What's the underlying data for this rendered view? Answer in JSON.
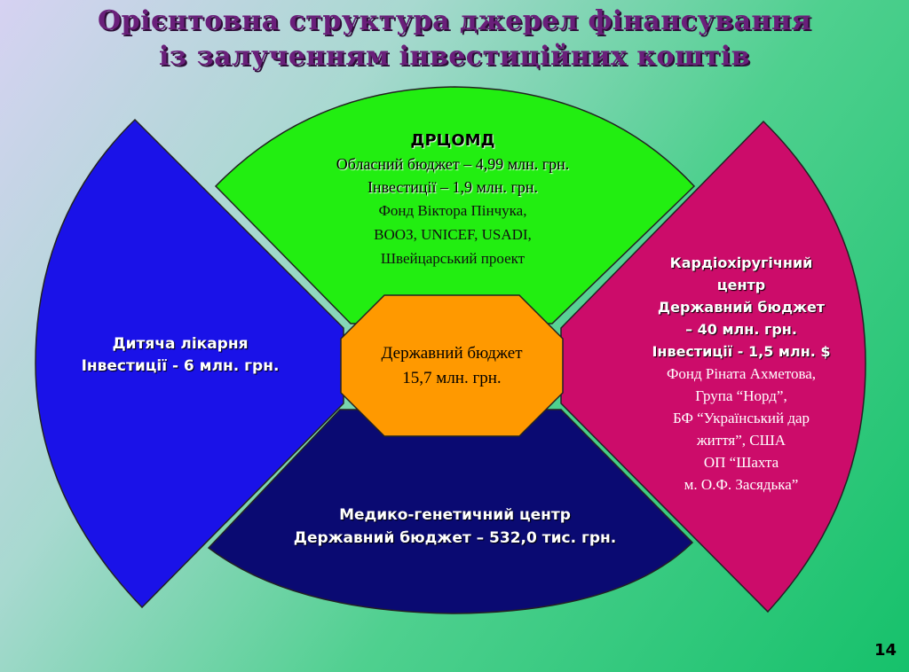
{
  "title": {
    "line1": "Орієнтовна структура джерел фінансування",
    "line2": "із залученням інвестиційних коштів"
  },
  "center": {
    "line1": "Державний бюджет",
    "line2": "15,7 млн. грн."
  },
  "top": {
    "heading": "ДРЦОМД",
    "line1": "Обласний бюджет – 4,99 млн. грн.",
    "line2": "Інвестиції – 1,9 млн. грн.",
    "line3": "Фонд Віктора Пінчука,",
    "line4": "ВООЗ, UNICEF, USADI,",
    "line5": "Швейцарський проект"
  },
  "left": {
    "line1": "Дитяча лікарня",
    "line2": "Інвестиції - 6 млн. грн."
  },
  "right": {
    "line1": "Кардіохіругічний",
    "line2": "центр",
    "line3": "Державний бюджет",
    "line4": "– 40 млн. грн.",
    "line5": "Інвестиції - 1,5 млн. $",
    "line6": "Фонд Ріната Ахметова,",
    "line7": "Група “Норд”,",
    "line8": "БФ “Український дар",
    "line9": "життя”, США",
    "line10": "ОП “Шахта",
    "line11": "м. О.Ф. Засядька”"
  },
  "bottom": {
    "line1": "Медико-генетичний центр",
    "line2": "Державний бюджет – 532,0 тис. грн."
  },
  "page_number": "14",
  "colors": {
    "top_segment": "#22ee11",
    "left_segment": "#1a12e8",
    "right_segment": "#cc0c6a",
    "bottom_segment": "#0a0a72",
    "center_octagon": "#ff9900",
    "title": "#6a1f7a"
  }
}
